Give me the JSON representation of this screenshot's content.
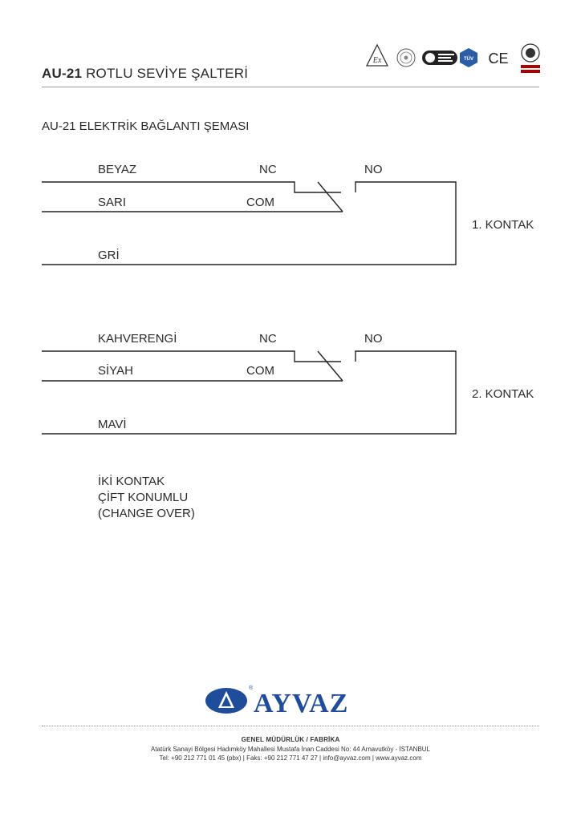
{
  "header": {
    "model": "AU-21",
    "title_rest": "ROTLU SEVİYE ŞALTERİ",
    "cert_marks": {
      "ex": "Ex",
      "ce": "CE",
      "tuv": "TÜV"
    }
  },
  "subtitle": "AU-21 ELEKTRİK BAĞLANTI ŞEMASI",
  "contacts": [
    {
      "wire_nc": "BEYAZ",
      "wire_com": "SARI",
      "wire_no": "GRİ",
      "nc_label": "NC",
      "com_label": "COM",
      "no_label": "NO",
      "name": "1. KONTAK"
    },
    {
      "wire_nc": "KAHVERENGİ",
      "wire_com": "SİYAH",
      "wire_no": "MAVİ",
      "nc_label": "NC",
      "com_label": "COM",
      "no_label": "NO",
      "name": "2. KONTAK"
    }
  ],
  "note": {
    "line1": "İKİ KONTAK",
    "line2": "ÇİFT KONUMLU",
    "line3": "(CHANGE OVER)"
  },
  "brand": {
    "name": "AYVAZ",
    "color": "#1f4d9c"
  },
  "footer": {
    "line1": "GENEL MÜDÜRLÜK / FABRİKA",
    "line2": "Atatürk Sanayi Bölgesi Hadımköy Mahallesi Mustafa İnan Caddesi No: 44 Arnavutköy - İSTANBUL",
    "line3": "Tel: +90 212 771 01 45 (pbx)  |  Faks: +90 212 771 47 27  |  info@ayvaz.com  |  www.ayvaz.com"
  }
}
